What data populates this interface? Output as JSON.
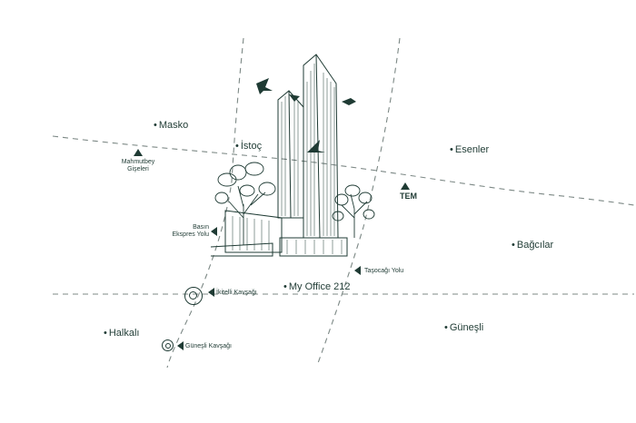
{
  "map": {
    "places": [
      {
        "id": "masko",
        "label": "Masko"
      },
      {
        "id": "istoc",
        "label": "İstoç"
      },
      {
        "id": "esenler",
        "label": "Esenler"
      },
      {
        "id": "bagcilar",
        "label": "Bağcılar"
      },
      {
        "id": "halkali",
        "label": "Halkalı"
      },
      {
        "id": "gunesli",
        "label": "Güneşli"
      }
    ],
    "landmarks": {
      "mahmutbey": {
        "line1": "Mahmutbey",
        "line2": "Gişeleri"
      },
      "tem": "TEM",
      "basin": {
        "line1": "Basın",
        "line2": "Ekspres Yolu"
      },
      "tasocagi": "Taşocağı Yolu",
      "my_office": "My Office 212",
      "ikitelli": "İkitelli Kavşağı",
      "gunesli_kavsagi": "Güneşli Kavşağı"
    },
    "colors": {
      "ink": "#1f3b34",
      "road": "#6f7a77"
    },
    "icons": [
      "triangle-marker-icon",
      "arrow-marker-icon",
      "junction-ring-icon",
      "bird-icon",
      "tree-icon",
      "tower-illustration-icon"
    ]
  }
}
